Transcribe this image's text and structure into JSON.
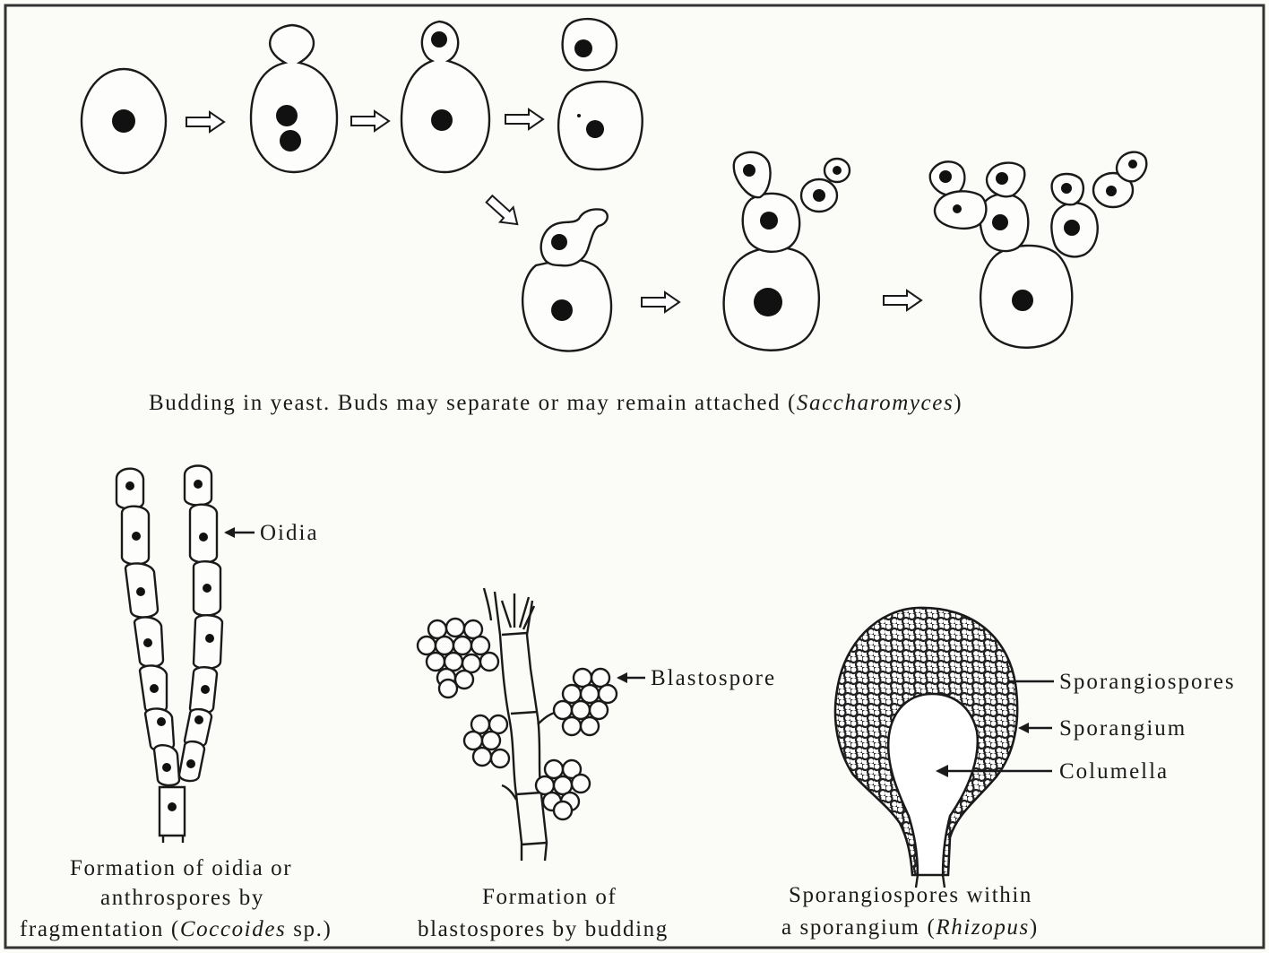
{
  "yeast": {
    "caption_main": "Budding in yeast. Buds may separate or may remain attached (",
    "caption_italic": "Saccharomyces",
    "caption_end": ")"
  },
  "oidia": {
    "label": "Oidia",
    "caption_line1": "Formation of oidia or",
    "caption_line2": "anthrospores by",
    "caption_line3_main": "fragmentation (",
    "caption_line3_italic": "Coccoides",
    "caption_line3_end": " sp.)"
  },
  "blastospore": {
    "label": "Blastospore",
    "caption_line1": "Formation of",
    "caption_line2": "blastospores by budding"
  },
  "sporangium": {
    "label_sporangiospores": "Sporangiospores",
    "label_sporangium": "Sporangium",
    "label_columella": "Columella",
    "caption_line1": "Sporangiospores within",
    "caption_line2_main": "a sporangium (",
    "caption_line2_italic": "Rhizopus",
    "caption_line2_end": ")"
  }
}
